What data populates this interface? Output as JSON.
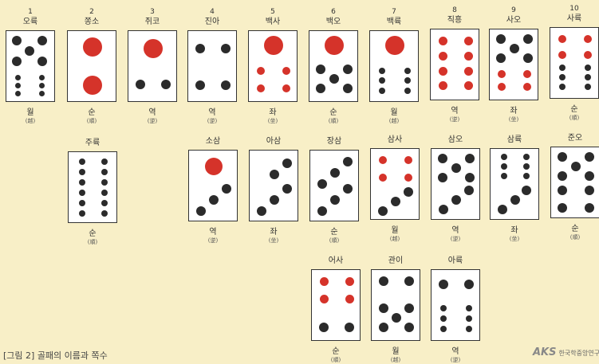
{
  "colors": {
    "black_pip": "#2b2b2b",
    "red_pip": "#d5332a",
    "background": "#f8efc7"
  },
  "tiles": [
    {
      "number": "1",
      "name": "오륙",
      "category": "월",
      "category_hanja": "(越)",
      "pips": [
        [
          "b",
          3,
          "l"
        ],
        [
          "b",
          3,
          "r"
        ],
        [
          "b",
          6,
          "l"
        ],
        [
          "b",
          6,
          "r"
        ],
        [
          "b",
          3,
          "c"
        ],
        [
          "s",
          4,
          "r"
        ],
        [
          "s",
          4,
          "l"
        ],
        [
          "s",
          4,
          "r"
        ],
        [
          "s",
          4,
          "l"
        ],
        [
          "s",
          4,
          "r"
        ],
        [
          "s",
          4,
          "l"
        ]
      ]
    },
    {
      "number": "2",
      "name": "쫑소",
      "category": "순",
      "category_hanja": "(順)",
      "pips": []
    },
    {
      "number": "3",
      "name": "쥐코",
      "category": "역",
      "category_hanja": "(逆)",
      "pips": []
    },
    {
      "number": "4",
      "name": "진아",
      "category": "역",
      "category_hanja": "(逆)",
      "pips": []
    },
    {
      "number": "5",
      "name": "백사",
      "category": "좌",
      "category_hanja": "(坐)",
      "pips": []
    },
    {
      "number": "6",
      "name": "백오",
      "category": "순",
      "category_hanja": "(順)",
      "pips": []
    },
    {
      "number": "7",
      "name": "백륙",
      "category": "월",
      "category_hanja": "(越)",
      "pips": []
    },
    {
      "number": "8",
      "name": "직흥",
      "category": "역",
      "category_hanja": "(逆)",
      "pips": []
    },
    {
      "number": "9",
      "name": "사오",
      "category": "좌",
      "category_hanja": "(坐)",
      "pips": []
    },
    {
      "number": "10",
      "name": "사륙",
      "category": "순",
      "category_hanja": "(順)",
      "pips": []
    },
    {
      "number": "",
      "name": "주륙",
      "category": "순",
      "category_hanja": "(順)",
      "pips": []
    },
    {
      "number": "",
      "name": "소삼",
      "category": "역",
      "category_hanja": "(逆)",
      "pips": []
    },
    {
      "number": "",
      "name": "아삼",
      "category": "좌",
      "category_hanja": "(坐)",
      "pips": []
    },
    {
      "number": "",
      "name": "장삼",
      "category": "순",
      "category_hanja": "(順)",
      "pips": []
    },
    {
      "number": "",
      "name": "삼사",
      "category": "월",
      "category_hanja": "(越)",
      "pips": []
    },
    {
      "number": "",
      "name": "삼오",
      "category": "역",
      "category_hanja": "(逆)",
      "pips": []
    },
    {
      "number": "",
      "name": "삼륙",
      "category": "좌",
      "category_hanja": "(坐)",
      "pips": []
    },
    {
      "number": "",
      "name": "준오",
      "category": "순",
      "category_hanja": "(順)",
      "pips": []
    },
    {
      "number": "",
      "name": "어사",
      "category": "순",
      "category_hanja": "(順)",
      "pips": []
    },
    {
      "number": "",
      "name": "관이",
      "category": "월",
      "category_hanja": "(越)",
      "pips": []
    },
    {
      "number": "",
      "name": "아륙",
      "category": "역",
      "category_hanja": "(逆)",
      "pips": []
    }
  ],
  "caption": "[그림 2] 골패의 이름과 쪽수",
  "logo_text": "한국학중앙연구원"
}
